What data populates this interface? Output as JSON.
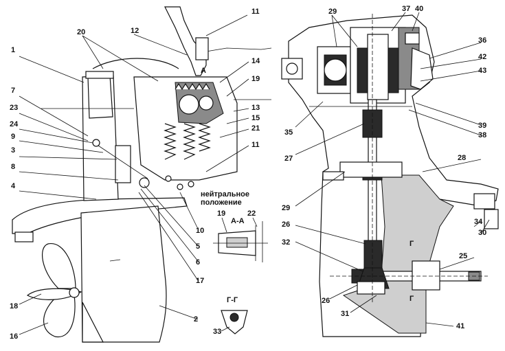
{
  "left_view": {
    "callouts": [
      "1",
      "2",
      "3",
      "4",
      "5",
      "6",
      "7",
      "8",
      "9",
      "10",
      "11",
      "12",
      "13",
      "14",
      "15",
      "16",
      "17",
      "18",
      "19",
      "20",
      "21",
      "22",
      "23",
      "24",
      "11"
    ],
    "notes": {
      "section_mark": "A",
      "neutral_line1": "нейтральное",
      "neutral_line2": "положение"
    }
  },
  "section_aa": {
    "title": "А-А",
    "callouts": [
      "19",
      "22"
    ]
  },
  "section_gg": {
    "title": "Г-Г",
    "callout": "33"
  },
  "right_view": {
    "callouts": [
      "29",
      "37",
      "40",
      "36",
      "42",
      "43",
      "35",
      "39",
      "38",
      "27",
      "28",
      "29",
      "26",
      "34",
      "30",
      "32",
      "25",
      "26",
      "31",
      "41"
    ],
    "cut_mark": "Г"
  }
}
